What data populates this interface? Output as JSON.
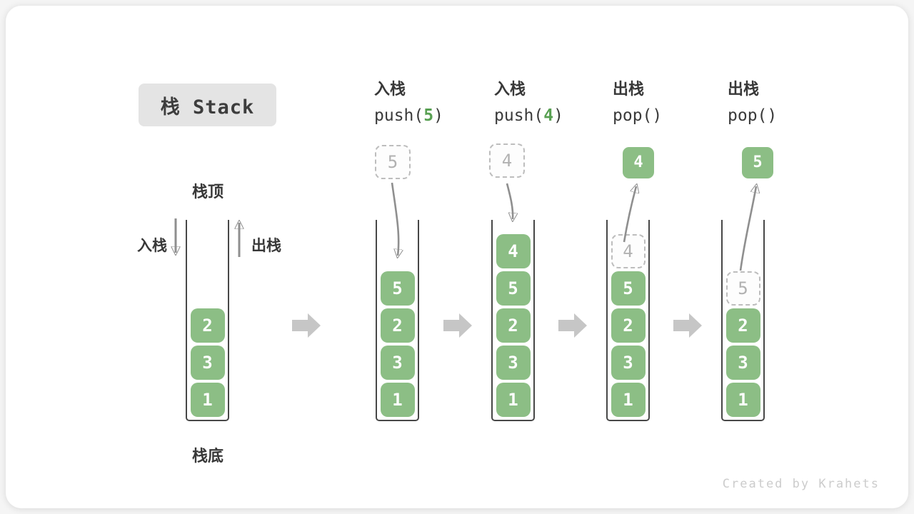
{
  "title": "栈 Stack",
  "labels": {
    "stack_top": "栈顶",
    "stack_bottom": "栈底",
    "push_side": "入栈",
    "pop_side": "出栈"
  },
  "watermark": "Created by Krahets",
  "colors": {
    "block_green": "#8cbe85",
    "accent_green": "#58a052",
    "thin_arrow_gray": "#8f8f8f",
    "flow_arrow_gray": "#c6c6c6",
    "ghost_border": "#bdbdbd",
    "ghost_text": "#b1b1b1",
    "wall_dark": "#474747",
    "title_bg": "#e4e4e4",
    "text_dark": "#383838",
    "watermark_gray": "#cccccc"
  },
  "icons": {
    "flow_arrow": "block-arrow-right",
    "push_arrow": "thin-arrow-down",
    "pop_arrow": "thin-arrow-up"
  },
  "columns": [
    {
      "name": "initial",
      "blocks": [
        "1",
        "3",
        "2"
      ]
    },
    {
      "name": "push-5",
      "l1": "入栈",
      "l2pre": "push(",
      "arg": "5",
      "l2post": ")",
      "float": {
        "value": "5",
        "kind": "ghost"
      },
      "blocks": [
        "1",
        "3",
        "2",
        "5"
      ]
    },
    {
      "name": "push-4",
      "l1": "入栈",
      "l2pre": "push(",
      "arg": "4",
      "l2post": ")",
      "float": {
        "value": "4",
        "kind": "ghost"
      },
      "blocks": [
        "1",
        "3",
        "2",
        "5",
        "4"
      ]
    },
    {
      "name": "pop-4",
      "l1": "出栈",
      "l2pre": "pop(",
      "arg": "",
      "l2post": ")",
      "float": {
        "value": "4",
        "kind": "solid"
      },
      "blocks": [
        "1",
        "3",
        "2",
        "5"
      ],
      "ghost": {
        "value": "4",
        "row": 4
      }
    },
    {
      "name": "pop-5",
      "l1": "出栈",
      "l2pre": "pop(",
      "arg": "",
      "l2post": ")",
      "float": {
        "value": "5",
        "kind": "solid"
      },
      "blocks": [
        "1",
        "3",
        "2"
      ],
      "ghost": {
        "value": "5",
        "row": 3
      }
    }
  ]
}
